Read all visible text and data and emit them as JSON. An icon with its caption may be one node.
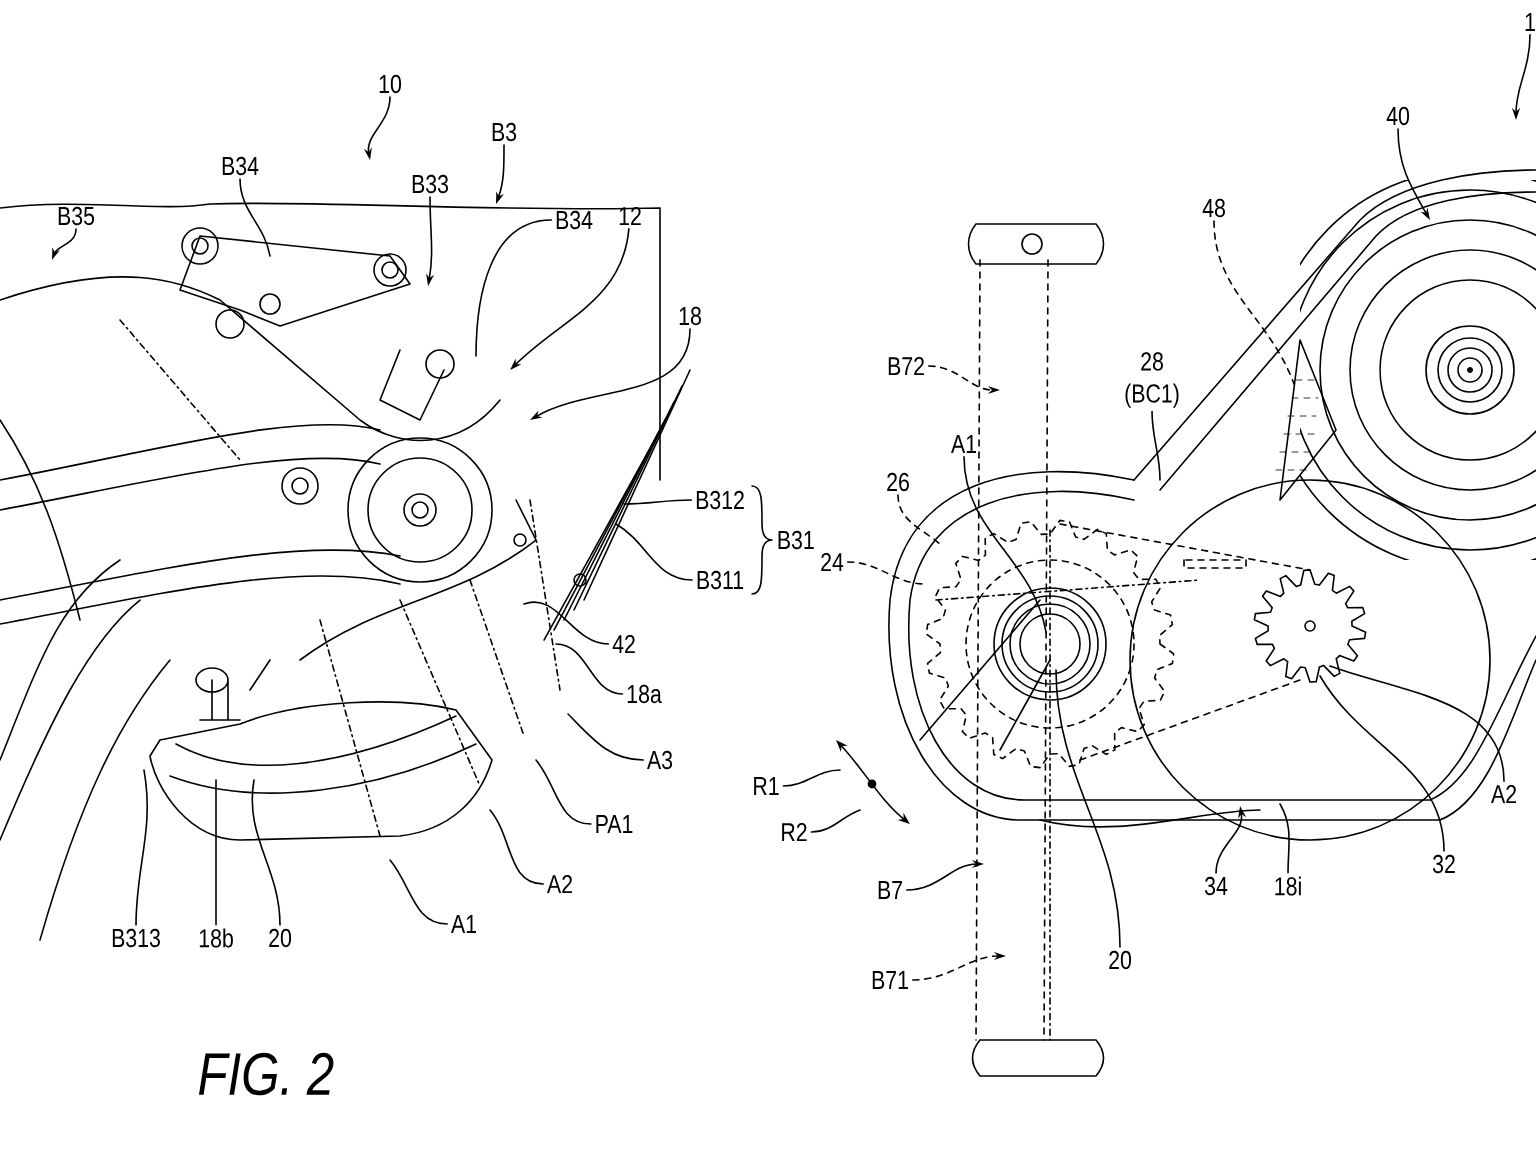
{
  "diagram": {
    "caption": "FIG. 2",
    "nodes": [
      {
        "text": [
          "10"
        ]
      },
      {
        "text": [
          "B3"
        ]
      },
      {
        "text": [
          "B34"
        ]
      },
      {
        "text": [
          "B35"
        ]
      },
      {
        "text": [
          "B33"
        ]
      },
      {
        "text": [
          "B34"
        ]
      },
      {
        "text": [
          "12"
        ]
      },
      {
        "text": [
          "18"
        ]
      },
      {
        "text": [
          "B312"
        ]
      },
      {
        "text": [
          "B311"
        ]
      },
      {
        "text": [
          "42"
        ]
      },
      {
        "text": [
          "18a"
        ]
      },
      {
        "text": [
          "A3"
        ]
      },
      {
        "text": [
          "PA1"
        ]
      },
      {
        "text": [
          "A2"
        ]
      },
      {
        "text": [
          "A1"
        ]
      },
      {
        "text": [
          "B313"
        ]
      },
      {
        "text": [
          "18b"
        ]
      },
      {
        "text": [
          "20"
        ]
      },
      {
        "text": [
          "1"
        ]
      },
      {
        "text": [
          "40"
        ]
      },
      {
        "text": [
          "48"
        ]
      },
      {
        "text": [
          "B72"
        ]
      },
      {
        "text": [
          "28",
          "(BC1)"
        ]
      },
      {
        "text": [
          "A1"
        ]
      },
      {
        "text": [
          "26"
        ]
      },
      {
        "text": [
          "24"
        ]
      },
      {
        "text": [
          "R1"
        ]
      },
      {
        "text": [
          "R2"
        ]
      },
      {
        "text": [
          "B7"
        ]
      },
      {
        "text": [
          "34"
        ]
      },
      {
        "text": [
          "18i"
        ]
      },
      {
        "text": [
          "20"
        ]
      },
      {
        "text": [
          "A2"
        ]
      },
      {
        "text": [
          "32"
        ]
      },
      {
        "text": [
          "B71"
        ]
      }
    ],
    "edges": [
      {
        "from": 0,
        "to": null,
        "arrow": "to"
      },
      {
        "from": 1,
        "to": null,
        "arrow": "to"
      },
      {
        "from": 2,
        "to": null,
        "arrow": "none"
      },
      {
        "from": 3,
        "to": null,
        "arrow": "to"
      },
      {
        "from": 4,
        "to": null,
        "arrow": "to"
      },
      {
        "from": 5,
        "to": null,
        "arrow": "none"
      },
      {
        "from": 6,
        "to": null,
        "arrow": "to"
      },
      {
        "from": 7,
        "to": null,
        "arrow": "to"
      },
      {
        "from": 8,
        "to": null,
        "arrow": "none"
      },
      {
        "from": 9,
        "to": null,
        "arrow": "none"
      },
      {
        "from": 10,
        "to": null,
        "arrow": "none"
      },
      {
        "from": 11,
        "to": null,
        "arrow": "none"
      },
      {
        "from": 12,
        "to": null,
        "arrow": "none"
      },
      {
        "from": 13,
        "to": null,
        "arrow": "none"
      },
      {
        "from": 14,
        "to": null,
        "arrow": "none"
      },
      {
        "from": 15,
        "to": null,
        "arrow": "none"
      },
      {
        "from": 16,
        "to": null,
        "arrow": "none"
      },
      {
        "from": 17,
        "to": null,
        "arrow": "none"
      },
      {
        "from": 18,
        "to": null,
        "arrow": "none"
      },
      {
        "from": 19,
        "to": null,
        "arrow": "to"
      },
      {
        "from": 20,
        "to": null,
        "arrow": "to"
      },
      {
        "from": 21,
        "to": null,
        "arrow": "none",
        "style": "dashed"
      },
      {
        "from": 22,
        "to": null,
        "arrow": "to",
        "style": "dashed"
      },
      {
        "from": 23,
        "to": null,
        "arrow": "none"
      },
      {
        "from": 24,
        "to": null,
        "arrow": "none"
      },
      {
        "from": 25,
        "to": null,
        "arrow": "none",
        "style": "dashed"
      },
      {
        "from": 26,
        "to": null,
        "arrow": "none",
        "style": "dashed"
      },
      {
        "from": 27,
        "to": null,
        "arrow": "none"
      },
      {
        "from": 28,
        "to": null,
        "arrow": "none"
      },
      {
        "from": 29,
        "to": null,
        "arrow": "to"
      },
      {
        "from": 30,
        "to": null,
        "arrow": "to"
      },
      {
        "from": 31,
        "to": null,
        "arrow": "none"
      },
      {
        "from": 32,
        "to": null,
        "arrow": "none"
      },
      {
        "from": 33,
        "to": null,
        "arrow": "none"
      },
      {
        "from": 34,
        "to": null,
        "arrow": "none"
      },
      {
        "from": 35,
        "to": null,
        "arrow": "to",
        "style": "dashed"
      }
    ],
    "labels": [
      "B31"
    ]
  }
}
